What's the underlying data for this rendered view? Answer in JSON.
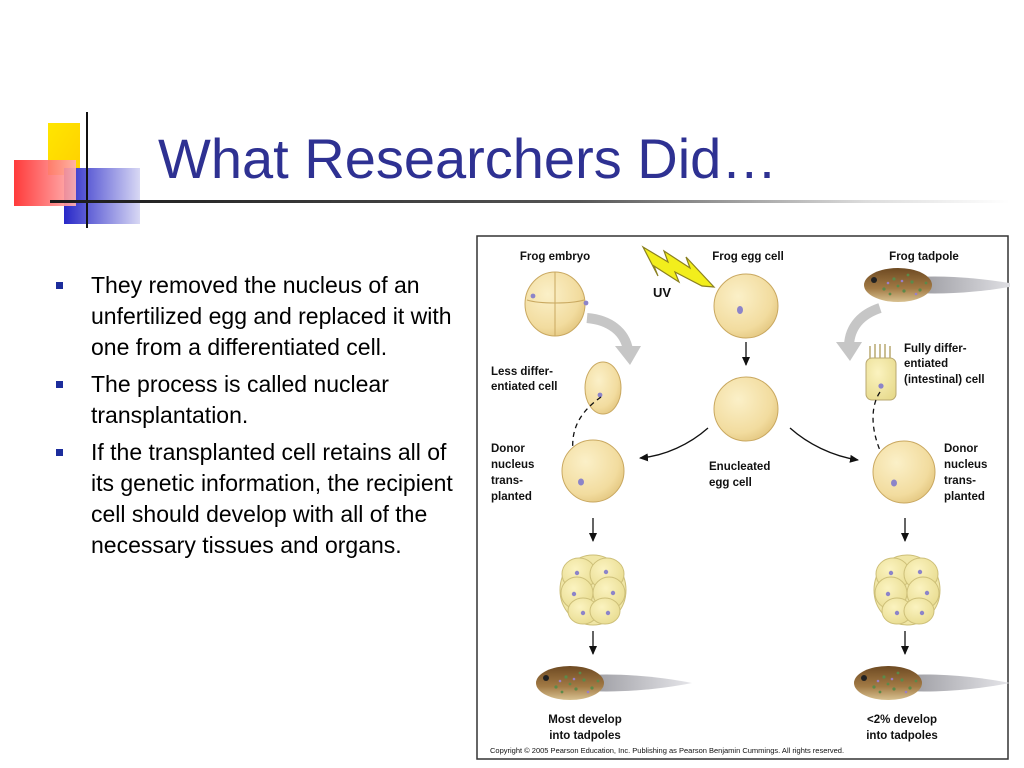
{
  "slide": {
    "title": "What Researchers Did…",
    "bullets": [
      "They removed the nucleus of an unfertilized egg and replaced it with one from a differentiated cell.",
      "The process is called nuclear transplantation.",
      "If the transplanted cell retains all of its genetic information, the recipient cell should develop with all of the necessary tissues and organs."
    ]
  },
  "figure": {
    "frog_embryo": "Frog embryo",
    "frog_egg_cell": "Frog egg cell",
    "frog_tadpole": "Frog tadpole",
    "uv": "UV",
    "less_diff": [
      "Less differ-",
      "entiated cell"
    ],
    "fully_diff": [
      "Fully differ-",
      "entiated",
      "(intestinal) cell"
    ],
    "donor": [
      "Donor",
      "nucleus",
      "trans-",
      "planted"
    ],
    "enucleated": [
      "Enucleated",
      "egg cell"
    ],
    "most_develop": [
      "Most develop",
      "into tadpoles"
    ],
    "few_develop": [
      "<2% develop",
      "into tadpoles"
    ],
    "copyright": "Copyright © 2005 Pearson Education, Inc. Publishing as Pearson Benjamin Cummings. All rights reserved."
  },
  "colors": {
    "title": "#2e3192",
    "bullet_mark": "#1c2d9c",
    "cell_fill": "#f4dfa6",
    "cell_stroke": "#c9a860",
    "nucleus": "#8c84c9",
    "lightning": "#f2ee1c"
  }
}
